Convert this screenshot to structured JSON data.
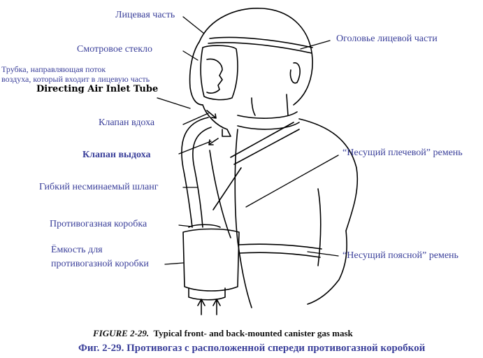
{
  "labels": {
    "face_piece": "Лицевая часть",
    "eyepiece": "Смотровое стекло",
    "head_harness": "Оголовье лицевой части",
    "tube_ru_line1": "Трубка, направляющая поток",
    "tube_ru_line2": "воздуха, который входит в лицевую часть",
    "tube_en": "Directing Air Inlet Tube",
    "inhalation_valve": "Клапан вдоха",
    "exhalation_valve": "Клапан выдоха",
    "shoulder_strap": "“Несущий плечевой” ремень",
    "hose": "Гибкий несминаемый шланг",
    "canister": "Противогазная коробка",
    "carrier_line1": "Ёмкость для",
    "carrier_line2": "противогазной коробки",
    "waist_strap": "“Несущий поясной” ремень"
  },
  "caption": {
    "figure_number": "FIGURE 2-29.",
    "figure_title": "Typical front- and back-mounted canister gas mask",
    "ru": "Фиг. 2-29. Противогаз с расположенной спереди противогазной коробкой"
  },
  "colors": {
    "label": "#3a3f9a",
    "line": "#000000"
  }
}
